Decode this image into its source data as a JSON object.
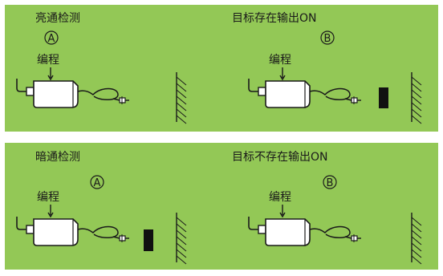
{
  "colors": {
    "panel_fill": "#93c856",
    "stroke": "#1a1a1a",
    "sensor_fill": "#ffffff",
    "target_fill": "#111111"
  },
  "panels": [
    {
      "left": {
        "title": "亮通检测",
        "badge": "A",
        "program_label": "编程",
        "has_target": false
      },
      "right": {
        "title": "目标存在输出ON",
        "badge": "B",
        "program_label": "编程",
        "has_target": true
      }
    },
    {
      "left": {
        "title": "暗通检测",
        "badge": "A",
        "program_label": "编程",
        "has_target": true
      },
      "right": {
        "title": "目标不存在输出ON",
        "badge": "B",
        "program_label": "编程",
        "has_target": false
      }
    }
  ]
}
